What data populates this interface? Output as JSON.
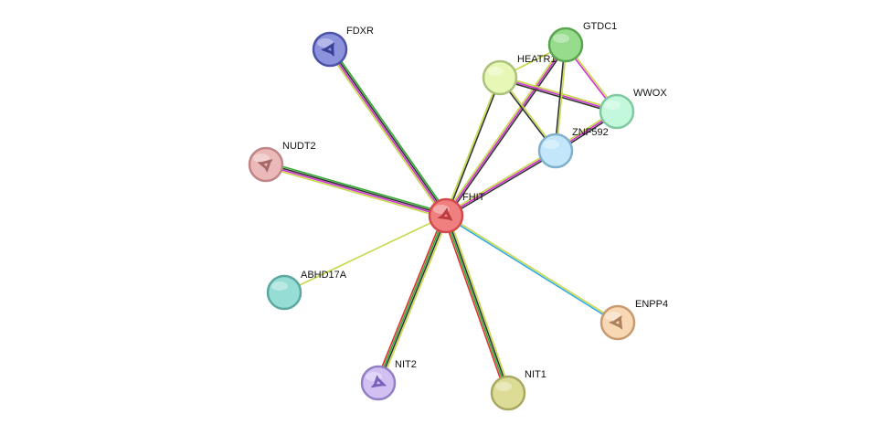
{
  "network": {
    "nodes": [
      {
        "id": "FHIT",
        "label": "FHIT",
        "fill": "#f08080",
        "stroke": "#d24b4b",
        "has_structure": true,
        "structure_color": "#b03030"
      },
      {
        "id": "FDXR",
        "label": "FDXR",
        "fill": "#8c93dc",
        "stroke": "#4a53a8",
        "has_structure": true,
        "structure_color": "#2a2f8a"
      },
      {
        "id": "NUDT2",
        "label": "NUDT2",
        "fill": "#ebb9b9",
        "stroke": "#c08585",
        "has_structure": true,
        "structure_color": "#9a5a5a"
      },
      {
        "id": "ABHD17A",
        "label": "ABHD17A",
        "fill": "#96ddd5",
        "stroke": "#5ba8a0",
        "has_structure": false
      },
      {
        "id": "NIT2",
        "label": "NIT2",
        "fill": "#d2c0f3",
        "stroke": "#9180c6",
        "has_structure": true,
        "structure_color": "#6a4fb0"
      },
      {
        "id": "NIT1",
        "label": "NIT1",
        "fill": "#dcdc96",
        "stroke": "#a8a862",
        "has_structure": false
      },
      {
        "id": "ENPP4",
        "label": "ENPP4",
        "fill": "#f8d7b5",
        "stroke": "#c89a6e",
        "has_structure": true,
        "structure_color": "#a0704a"
      },
      {
        "id": "ZNF592",
        "label": "ZNF592",
        "fill": "#c3e6fa",
        "stroke": "#7fb0cc",
        "has_structure": false
      },
      {
        "id": "HEATR1",
        "label": "HEATR1",
        "fill": "#e6f7b6",
        "stroke": "#aac27a",
        "has_structure": false
      },
      {
        "id": "GTDC1",
        "label": "GTDC1",
        "fill": "#96dc8c",
        "stroke": "#5aa650",
        "has_structure": false
      },
      {
        "id": "WWOX",
        "label": "WWOX",
        "fill": "#c3f8dc",
        "stroke": "#80c8a0",
        "has_structure": false
      }
    ],
    "edges": [
      {
        "source": "FHIT",
        "target": "FDXR",
        "colors": [
          "#c8d84a",
          "#cc33cc",
          "#333333",
          "#33aa33"
        ]
      },
      {
        "source": "FHIT",
        "target": "NUDT2",
        "colors": [
          "#c8d84a",
          "#cc33cc",
          "#333333",
          "#33aa33"
        ]
      },
      {
        "source": "FHIT",
        "target": "ABHD17A",
        "colors": [
          "#c8d84a"
        ]
      },
      {
        "source": "FHIT",
        "target": "NIT2",
        "colors": [
          "#c8d84a",
          "#333333",
          "#33aa33",
          "#dd3333"
        ]
      },
      {
        "source": "FHIT",
        "target": "NIT1",
        "colors": [
          "#c8d84a",
          "#333333",
          "#33aa33",
          "#dd3333"
        ]
      },
      {
        "source": "FHIT",
        "target": "ENPP4",
        "colors": [
          "#c8d84a",
          "#33aadd"
        ]
      },
      {
        "source": "FHIT",
        "target": "ZNF592",
        "colors": [
          "#c8d84a",
          "#cc33cc",
          "#333333"
        ]
      },
      {
        "source": "FHIT",
        "target": "HEATR1",
        "colors": [
          "#c8d84a",
          "#333333"
        ]
      },
      {
        "source": "FHIT",
        "target": "GTDC1",
        "colors": [
          "#c8d84a",
          "#cc33cc",
          "#333333"
        ]
      },
      {
        "source": "HEATR1",
        "target": "GTDC1",
        "colors": [
          "#c8d84a"
        ]
      },
      {
        "source": "HEATR1",
        "target": "WWOX",
        "colors": [
          "#c8d84a",
          "#cc33cc",
          "#333333"
        ]
      },
      {
        "source": "HEATR1",
        "target": "ZNF592",
        "colors": [
          "#c8d84a",
          "#333333"
        ]
      },
      {
        "source": "GTDC1",
        "target": "ZNF592",
        "colors": [
          "#c8d84a",
          "#333333"
        ]
      },
      {
        "source": "GTDC1",
        "target": "WWOX",
        "colors": [
          "#c8d84a",
          "#cc33cc"
        ]
      },
      {
        "source": "ZNF592",
        "target": "WWOX",
        "colors": [
          "#c8d84a",
          "#cc33cc",
          "#333333"
        ]
      }
    ]
  }
}
